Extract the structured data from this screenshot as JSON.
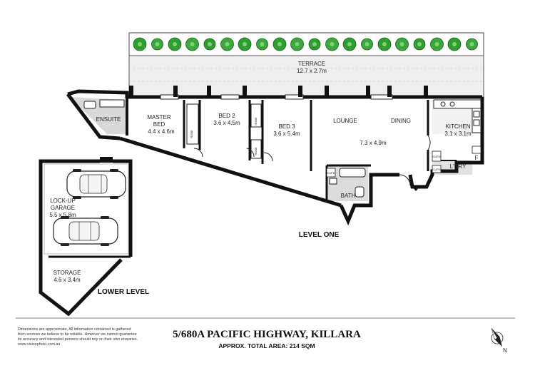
{
  "title": "5/680A PACIFIC HIGHWAY, KILLARA",
  "total_area": "APPROX. TOTAL AREA: 214 SQM",
  "levels": {
    "upper": "LEVEL ONE",
    "lower": "LOWER LEVEL"
  },
  "rooms": {
    "terrace": {
      "name": "TERRACE",
      "dims": "12.7 x 2.7m"
    },
    "ensuite": {
      "name": "ENSUITE"
    },
    "master_bed": {
      "name1": "MASTER",
      "name2": "BED",
      "dims": "4.4 x 4.6m"
    },
    "bed2": {
      "name": "BED 2",
      "dims": "3.6 x 4.5m"
    },
    "bed3": {
      "name": "BED 3",
      "dims": "3.6 x 5.4m"
    },
    "lounge": {
      "name": "LOUNGE"
    },
    "dining": {
      "name": "DINING"
    },
    "lounge_dining_dims": "7.3 x 4.9m",
    "kitchen": {
      "name": "KITCHEN",
      "dims": "3.1 x 3.1m"
    },
    "laundry": {
      "name": "L'DRY"
    },
    "bath": {
      "name": "BATH"
    },
    "fridge": {
      "name": "F"
    },
    "garage": {
      "name1": "LOCK-UP",
      "name2": "GARAGE",
      "dims": "5.5 x 5.8m"
    },
    "storage": {
      "name": "STORAGE",
      "dims": "4.6 x 3.4m"
    }
  },
  "small_labels": {
    "robe": "ROBE",
    "cupd": "CUPD"
  },
  "disclaimer": [
    "Dimensions are approximate. All information contained is gathered",
    "from sources we believe to be reliable. However we cannot guarantee",
    "its accuracy and interested persons should rely on their own enquiries.",
    "www.visionphoto.com.au"
  ],
  "compass": {
    "label": "N"
  },
  "colors": {
    "wall": "#111111",
    "garden": "#2e9e2e",
    "terrace": "#efefef",
    "tile": "#d9d9d9"
  }
}
